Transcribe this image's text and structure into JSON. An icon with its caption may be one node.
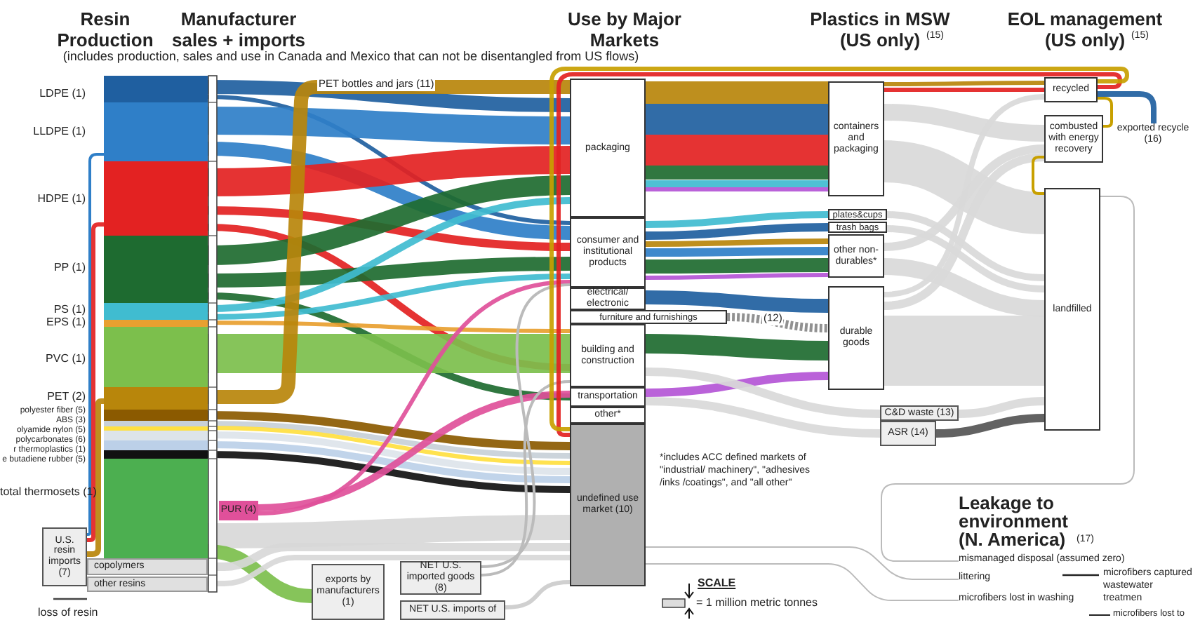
{
  "diagram": {
    "nodes": [
      {
        "text": [
          "LDPE (1)"
        ]
      },
      {
        "text": [
          "LLDPE (1)"
        ]
      },
      {
        "text": [
          "HDPE (1)"
        ]
      },
      {
        "text": [
          "PP (1)"
        ]
      },
      {
        "text": [
          "PS (1)"
        ]
      },
      {
        "text": [
          "EPS (1)"
        ]
      },
      {
        "text": [
          "PVC (1)"
        ]
      },
      {
        "text": [
          "PET (2)"
        ]
      },
      {
        "text": [
          "polyester fiber (5)"
        ]
      },
      {
        "text": [
          "ABS (3)"
        ]
      },
      {
        "text": [
          "olyamide nylon (5)"
        ]
      },
      {
        "text": [
          "polycarbonates (6)"
        ]
      },
      {
        "text": [
          "r thermoplastics (1)"
        ]
      },
      {
        "text": [
          "e butadiene rubber (5)"
        ]
      },
      {
        "text": [
          "total thermosets (1)"
        ]
      },
      {
        "text": [
          "U.S. resin imports (7)"
        ]
      },
      {
        "text": [
          "copolymers"
        ]
      },
      {
        "text": [
          "other resins"
        ]
      },
      {
        "text": [
          "PUR (4)"
        ]
      },
      {
        "text": [
          "exports by manufacturers (1)"
        ]
      },
      {
        "text": [
          "NET U.S. imported goods (8)"
        ]
      },
      {
        "text": [
          "NET U.S. imports of"
        ]
      },
      {
        "text": [
          "packaging"
        ]
      },
      {
        "text": [
          "consumer and institutional products"
        ]
      },
      {
        "text": [
          "electrical/ electronic"
        ]
      },
      {
        "text": [
          "furniture and furnishings"
        ]
      },
      {
        "text": [
          "building and construction"
        ]
      },
      {
        "text": [
          "transportation"
        ]
      },
      {
        "text": [
          "other*"
        ]
      },
      {
        "text": [
          "undefined use market (10)"
        ]
      },
      {
        "text": [
          "containers and packaging"
        ]
      },
      {
        "text": [
          "plates&cups"
        ]
      },
      {
        "text": [
          "trash bags"
        ]
      },
      {
        "text": [
          "other non-durables*"
        ]
      },
      {
        "text": [
          "durable goods"
        ]
      },
      {
        "text": [
          "C&D waste (13)"
        ]
      },
      {
        "text": [
          "ASR (14)"
        ]
      },
      {
        "text": [
          "recycled"
        ]
      },
      {
        "text": [
          "combusted with energy recovery"
        ]
      },
      {
        "text": [
          "landfilled"
        ]
      },
      {
        "text": [
          "exported recycle (16)"
        ]
      },
      {
        "text": [
          "mismanaged disposal (assumed zero)"
        ]
      },
      {
        "text": [
          "littering"
        ]
      },
      {
        "text": [
          "microfibers lost in washing"
        ]
      },
      {
        "text": [
          "microfibers captured wastewater treatmen"
        ]
      },
      {
        "text": [
          "microfibers lost to"
        ]
      }
    ],
    "edges": [
      {
        "from": 0,
        "to": 22,
        "arrow": "none",
        "color": "#1f5fa0",
        "style": "thick"
      },
      {
        "from": 0,
        "to": 23,
        "arrow": "none",
        "color": "#1f5fa0"
      },
      {
        "from": 1,
        "to": 22,
        "arrow": "none",
        "color": "#2f7fc8",
        "style": "thick"
      },
      {
        "from": 1,
        "to": 23,
        "arrow": "none",
        "color": "#2f7fc8",
        "style": "thick"
      },
      {
        "from": 2,
        "to": 22,
        "arrow": "none",
        "color": "#e32222",
        "style": "thick"
      },
      {
        "from": 2,
        "to": 23,
        "arrow": "none",
        "color": "#e32222"
      },
      {
        "from": 2,
        "to": 26,
        "arrow": "none",
        "color": "#e32222"
      },
      {
        "from": 3,
        "to": 22,
        "arrow": "none",
        "color": "#1e6b30",
        "style": "thick"
      },
      {
        "from": 3,
        "to": 23,
        "arrow": "none",
        "color": "#1e6b30",
        "style": "thick"
      },
      {
        "from": 3,
        "to": 27,
        "arrow": "none",
        "color": "#1e6b30"
      },
      {
        "from": 4,
        "to": 22,
        "arrow": "none",
        "color": "#40bcd0"
      },
      {
        "from": 4,
        "to": 23,
        "arrow": "none",
        "color": "#40bcd0"
      },
      {
        "from": 5,
        "to": 26,
        "arrow": "none",
        "color": "#e8a030"
      },
      {
        "from": 6,
        "to": 26,
        "arrow": "none",
        "color": "#7cbf4c",
        "style": "thick"
      },
      {
        "from": 7,
        "to": 22,
        "arrow": "none",
        "color": "#b8860b",
        "style": "thick",
        "label": "PET bottles and jars (11)"
      },
      {
        "from": 8,
        "to": 29,
        "arrow": "none",
        "color": "#8b5a00"
      },
      {
        "from": 9,
        "to": 29,
        "arrow": "none",
        "color": "#c8d0d8"
      },
      {
        "from": 10,
        "to": 29,
        "arrow": "none",
        "color": "#ffe040"
      },
      {
        "from": 11,
        "to": 29,
        "arrow": "none",
        "color": "#dde4ea"
      },
      {
        "from": 12,
        "to": 29,
        "arrow": "none",
        "color": "#bcd0e8"
      },
      {
        "from": 13,
        "to": 29,
        "arrow": "none",
        "color": "#111111"
      },
      {
        "from": 14,
        "to": 29,
        "arrow": "none",
        "color": "#d8d8d8",
        "style": "thick"
      },
      {
        "from": 14,
        "to": 19,
        "arrow": "none",
        "color": "#7cbf4c",
        "style": "thick"
      },
      {
        "from": 18,
        "to": 27,
        "arrow": "none",
        "color": "#e0509a"
      },
      {
        "from": 18,
        "to": 23,
        "arrow": "none",
        "color": "#e0509a"
      },
      {
        "from": 15,
        "to": 2,
        "arrow": "none",
        "color": "#e32222"
      },
      {
        "from": 15,
        "to": 1,
        "arrow": "none",
        "color": "#2f7fc8"
      },
      {
        "from": 15,
        "to": 7,
        "arrow": "none",
        "color": "#b8860b"
      },
      {
        "from": 16,
        "to": 29,
        "arrow": "none",
        "color": "#d8d8d8"
      },
      {
        "from": 17,
        "to": 29,
        "arrow": "none",
        "color": "#d8d8d8"
      },
      {
        "from": 20,
        "to": 23,
        "arrow": "none",
        "color": "#bbbbbb"
      },
      {
        "from": 20,
        "to": 26,
        "arrow": "none",
        "color": "#bbbbbb"
      },
      {
        "from": 21,
        "to": 29,
        "arrow": "none",
        "color": "#cccccc"
      },
      {
        "from": 22,
        "to": 30,
        "arrow": "none",
        "color": "#b8860b",
        "style": "thick"
      },
      {
        "from": 22,
        "to": 30,
        "arrow": "none",
        "color": "#1f5fa0",
        "style": "thick"
      },
      {
        "from": 22,
        "to": 30,
        "arrow": "none",
        "color": "#e32222",
        "style": "thick"
      },
      {
        "from": 22,
        "to": 30,
        "arrow": "none",
        "color": "#1e6b30",
        "style": "thick"
      },
      {
        "from": 22,
        "to": 30,
        "arrow": "none",
        "color": "#40bcd0"
      },
      {
        "from": 22,
        "to": 30,
        "arrow": "none",
        "color": "#b455d6"
      },
      {
        "from": 23,
        "to": 31,
        "arrow": "none",
        "color": "#40bcd0"
      },
      {
        "from": 23,
        "to": 32,
        "arrow": "none",
        "color": "#1f5fa0"
      },
      {
        "from": 23,
        "to": 33,
        "arrow": "none",
        "color": "#b8860b"
      },
      {
        "from": 23,
        "to": 33,
        "arrow": "none",
        "color": "#2f7fc8"
      },
      {
        "from": 23,
        "to": 33,
        "arrow": "none",
        "color": "#1e6b30",
        "style": "thick"
      },
      {
        "from": 23,
        "to": 33,
        "arrow": "none",
        "color": "#b455d6"
      },
      {
        "from": 24,
        "to": 34,
        "arrow": "none",
        "color": "#1f5fa0",
        "style": "thick"
      },
      {
        "from": 25,
        "to": 34,
        "arrow": "none",
        "color": "#888888",
        "style": "dashed",
        "label": "(12)"
      },
      {
        "from": 26,
        "to": 34,
        "arrow": "none",
        "color": "#1e6b30",
        "style": "thick"
      },
      {
        "from": 27,
        "to": 34,
        "arrow": "none",
        "color": "#b455d6"
      },
      {
        "from": 26,
        "to": 35,
        "arrow": "none",
        "color": "#d9d9d9"
      },
      {
        "from": 27,
        "to": 36,
        "arrow": "none",
        "color": "#d9d9d9"
      },
      {
        "from": 30,
        "to": 37,
        "arrow": "none",
        "color": "#b8860b"
      },
      {
        "from": 30,
        "to": 37,
        "arrow": "none",
        "color": "#e32222"
      },
      {
        "from": 30,
        "to": 38,
        "arrow": "none",
        "color": "#d9d9d9",
        "style": "thick"
      },
      {
        "from": 30,
        "to": 39,
        "arrow": "none",
        "color": "#d9d9d9",
        "style": "thick"
      },
      {
        "from": 31,
        "to": 39,
        "arrow": "none",
        "color": "#d9d9d9"
      },
      {
        "from": 32,
        "to": 39,
        "arrow": "none",
        "color": "#d9d9d9"
      },
      {
        "from": 33,
        "to": 38,
        "arrow": "none",
        "color": "#d9d9d9"
      },
      {
        "from": 33,
        "to": 39,
        "arrow": "none",
        "color": "#d9d9d9",
        "style": "thick"
      },
      {
        "from": 34,
        "to": 37,
        "arrow": "none",
        "color": "#d9d9d9"
      },
      {
        "from": 34,
        "to": 38,
        "arrow": "none",
        "color": "#d9d9d9"
      },
      {
        "from": 34,
        "to": 39,
        "arrow": "none",
        "color": "#d9d9d9",
        "style": "thick"
      },
      {
        "from": 35,
        "to": 39,
        "arrow": "none",
        "color": "#d9d9d9"
      },
      {
        "from": 36,
        "to": 39,
        "arrow": "none",
        "color": "#555555"
      },
      {
        "from": 37,
        "to": 40,
        "arrow": "none",
        "color": "#1f5fa0"
      },
      {
        "from": 37,
        "to": 29,
        "arrow": "none",
        "color": "#e32222"
      },
      {
        "from": 37,
        "to": 29,
        "arrow": "none",
        "color": "#c8a000"
      },
      {
        "from": 37,
        "to": 38,
        "arrow": "none",
        "color": "#c8a000"
      },
      {
        "from": 38,
        "to": 39,
        "arrow": "none",
        "color": "#c8a000"
      },
      {
        "from": 39,
        "to": 41,
        "arrow": "none",
        "color": "#bbbbbb"
      },
      {
        "from": 29,
        "to": 42,
        "arrow": "none",
        "color": "#bbbbbb"
      },
      {
        "from": 29,
        "to": 43,
        "arrow": "none",
        "color": "#bbbbbb"
      }
    ],
    "labels": [
      "Resin Production",
      "Manufacturer sales + imports",
      "Use by Major Markets",
      "Plastics in MSW (US only)",
      "(15)",
      "EOL management (US only)",
      "(15)",
      "(includes production, sales and use in Canada and Mexico that can not be disentangled from US flows)",
      "*includes ACC defined markets of \"industrial/ machinery\", \"adhesives /inks /coatings\", and \"all other\"",
      "Leakage to environment (N. America)",
      "(17)",
      "SCALE",
      "= 1 million metric tonnes",
      "loss of resin"
    ]
  }
}
